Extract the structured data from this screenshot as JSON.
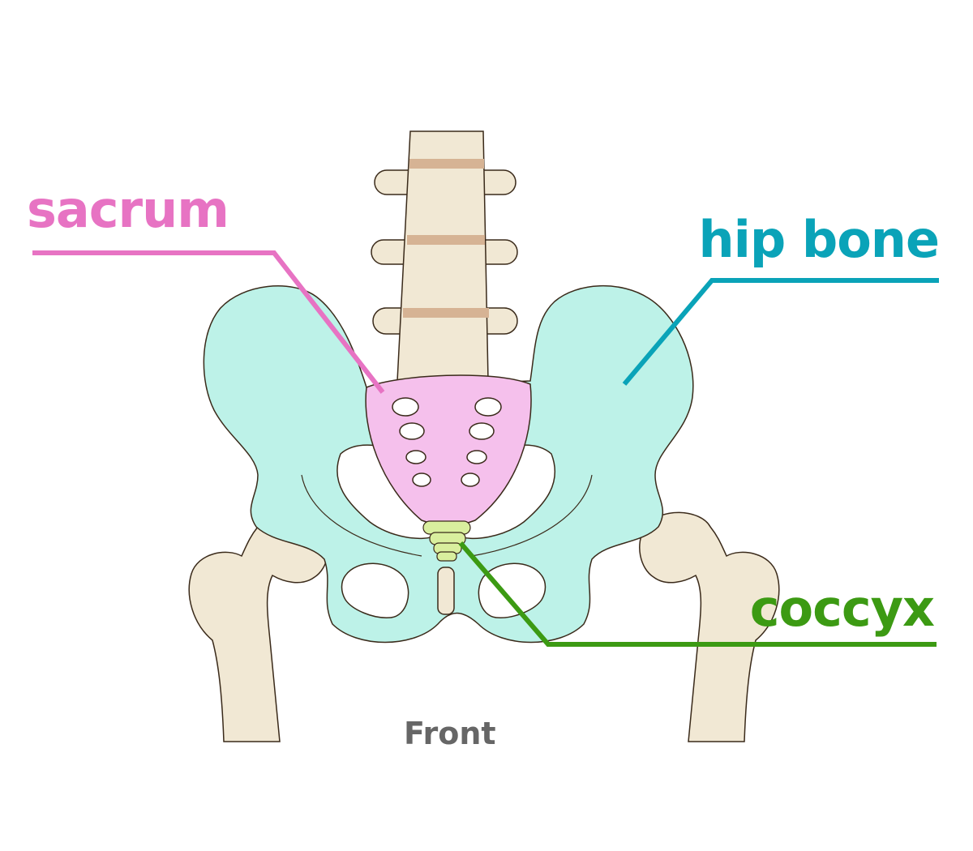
{
  "labels": {
    "sacrum": "sacrum",
    "hip_bone": "hip bone",
    "coccyx": "coccyx",
    "view": "Front"
  },
  "colors": {
    "sacrum": "#e773c3",
    "hip_bone": "#0aa3b8",
    "coccyx": "#3c9a13",
    "view_text": "#666666",
    "sacrum_fill": "#f5c0ec",
    "hip_fill": "#bdf2e8",
    "bone_fill": "#f1e8d4",
    "coccyx_fill": "#d9ef9e",
    "disc_fill": "#d6b394",
    "outline": "#3a2a1a"
  }
}
